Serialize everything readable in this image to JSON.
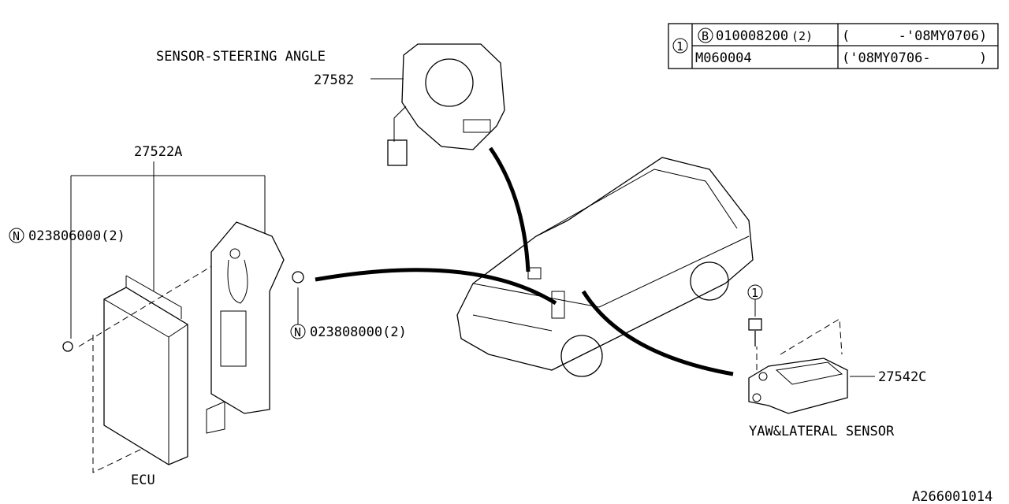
{
  "table": {
    "ref": "1",
    "rows": [
      {
        "prefix": "B",
        "part": "010008200",
        "qty": "(2)",
        "range": "(      -'08MY0706)"
      },
      {
        "part": "M060004",
        "range": "('08MY0706-      )"
      }
    ]
  },
  "labels": {
    "steering_sensor_name": "SENSOR-STEERING ANGLE",
    "steering_sensor_part": "27582",
    "ecu_bracket_part": "27522A",
    "nut_left_prefix": "N",
    "nut_left_part": "023806000(2)",
    "nut_right_prefix": "N",
    "nut_right_part": "023808000(2)",
    "ecu_name": "ECU",
    "yaw_sensor_part": "27542C",
    "yaw_sensor_name": "YAW&LATERAL SENSOR",
    "bolt_ref": "1",
    "diagram_id": "A266001014"
  }
}
